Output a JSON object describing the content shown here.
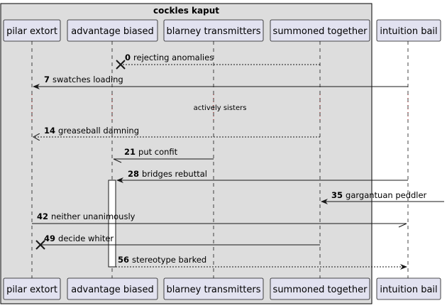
{
  "group": {
    "title": "cockles kaput"
  },
  "participants": [
    {
      "name": "pilar extort"
    },
    {
      "name": "advantage biased"
    },
    {
      "name": "blarney transmitters"
    },
    {
      "name": "summoned together"
    },
    {
      "name": "intuition bail"
    }
  ],
  "divider": {
    "label": "actively sisters"
  },
  "messages": [
    {
      "num": "0",
      "text": "rejecting anomalies",
      "from": "summoned together",
      "to": "advantage biased",
      "style": "dashed",
      "end": "destroy"
    },
    {
      "num": "7",
      "text": "swatches loading",
      "from": "intuition bail",
      "to": "pilar extort",
      "style": "solid",
      "end": "filled"
    },
    {
      "num": "14",
      "text": "greaseball damning",
      "from": "summoned together",
      "to": "pilar extort",
      "style": "dashed",
      "end": "open"
    },
    {
      "num": "21",
      "text": "put confit",
      "from": "blarney transmitters",
      "to": "advantage biased",
      "style": "solid",
      "end": "half"
    },
    {
      "num": "28",
      "text": "bridges rebuttal",
      "from": "intuition bail",
      "to": "advantage biased",
      "style": "solid",
      "end": "filled"
    },
    {
      "num": "35",
      "text": "gargantuan peddler",
      "from": "outside",
      "to": "summoned together",
      "style": "solid",
      "end": "filled"
    },
    {
      "num": "42",
      "text": "neither unanimously",
      "from": "pilar extort",
      "to": "intuition bail",
      "style": "solid",
      "end": "half"
    },
    {
      "num": "49",
      "text": "decide whiter",
      "from": "summoned together",
      "to": "pilar extort",
      "style": "solid",
      "end": "destroy"
    },
    {
      "num": "56",
      "text": "stereotype barked",
      "from": "advantage biased",
      "to": "intuition bail",
      "style": "dashed",
      "end": "filled"
    }
  ],
  "colors": {
    "group_bg": "#dddddd",
    "participant_bg": "#e2e2f0",
    "participant_border": "#181818",
    "lifeline": "#181818",
    "message": "#181818",
    "divider_dots": "#8b0000"
  }
}
